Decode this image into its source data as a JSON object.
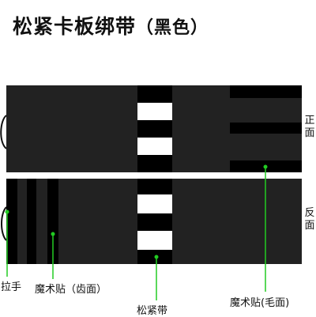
{
  "title": "松紧卡板绑带",
  "subtitle": "（黑色）",
  "labels": {
    "front": "正面",
    "back": "反面",
    "pull_tab": "拉手",
    "hook_side": "魔术贴（齿面）",
    "elastic_band": "松紧带",
    "loop_side": "魔术贴(毛面)"
  },
  "colors": {
    "strap": "#222222",
    "black": "#000000",
    "elastic_white": "#ffffff",
    "leader": "#22cc22"
  }
}
